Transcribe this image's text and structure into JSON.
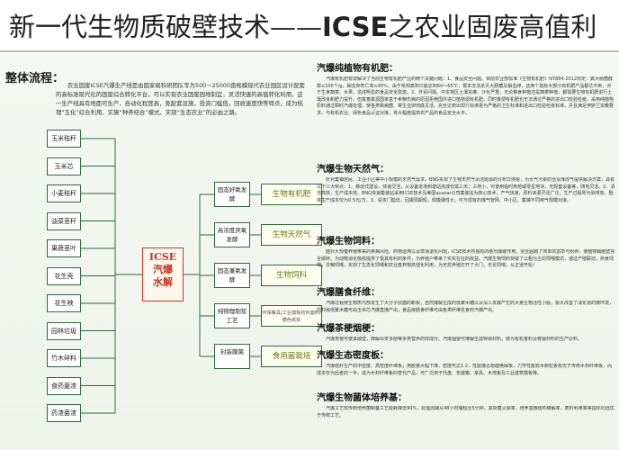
{
  "title": {
    "prefix": "新一代生物质破壁技术——",
    "brand": "ICSE",
    "suffix": "之农业固废高值利"
  },
  "left": {
    "heading": "整体流程：",
    "intro": "农业固废ICSE汽爆生产线是由国家级科研团队专为500～25000亩规模现代农业园区设计配套的高标准现代化的固废综合转化平台，可以实现农业固废园地制宜，灵活快速的高值转化利用。这一生产线具有地面可生产，自动化程度高，免配套设施，投资门槛低，回收速度快等特点，成为梳理“五化”综合利用、实施“种养结合”模式、实现“生态农业”的必由之路。",
    "sources": [
      "玉米秸秆",
      "玉米芯",
      "小麦秸秆",
      "油菜茎秆",
      "果蔬茎叶",
      "花生壳",
      "花生秧",
      "园林垃圾",
      "竹木碎料",
      "食药菌渣",
      "药渣菌渣"
    ],
    "core": [
      "ICSE",
      "汽爆",
      "水解"
    ],
    "mids": [
      "固态好氧发酵",
      "高浓度厌氧发酵",
      "固态兼氧发酵",
      "纯物理制浆工艺",
      "封装膜菌"
    ],
    "outs": [
      "生物有机肥",
      "生物天然气",
      "生物饲料",
      "环保餐具/工业模板纺织面料/膳色纸浆",
      "食用菌栽培"
    ]
  },
  "right": {
    "sections": [
      {
        "title": "汽爆纯植物有机肥：",
        "text": "汽爆有机肥有效解决了当前生物有机肥产业的两个关键问题：1、食品安全问题。目前农业部标准《生物有机肥》NY884-2012规定：粪大肠菌群数≤100个/g，蛔虫卵死亡率≥95%，由于常规腐熟只能达到60～65℃，根本无法杀灭大肠菌及蛔虫卵，这两个指标大部分有机肥产品都达不到，对于生食蔬菜、水果，造成明显的食品安全隐患。2、外贸问题。中东地区土壤贫瘠，沙化严重，无论粮食种植还是蔬菜种植，都需要生物有机肥进行土壤改良和肥力提升。但禽畜粪源国家基于卖粮伤病的原因拒绝国外进口植物源有机肥。同时粪便有机肥也无法通过严格的进出口检验检疫。采用纯植物原料通过瞬时汽爆处理，使各类致病菌、寄生虫卵彻底灭活，完全达到出现行标准更为严格的卫生标准和进出口检验检疫标准，并且满足伊斯兰宗教要求，与有机农业、绿色食品认证对接，将大幅度提高农产品的食品安全水平。"
      },
      {
        "title": "汽爆生物天然气：",
        "text": "针对集镇居民、工业小区等中小规模的天然气需求，BNG实现了生物天然气清洁能源的分布式供给，为大气污染防治及煤改气提供解决方案，具有以下三大特点：1、移动式建设，快速灵活，从设备进场到建站完成仅需三天；占地小，可使用临时用地或零星地块，无配套设备等，随地灵活。2、清洁高效，生产成本低。BNG快速集装站采用ICSE技术及美国quasar公司集装站为核心技术，产气快速，原料来源灵活广泛，生产过程零污染排放，整体生产成本仅为0.5元/方。3、投资门槛低，回报周期短，规模弹性大，可与现有的煤气管网、中小区、集镇不同用气规模对接。"
      },
      {
        "title": "汽爆生物饲料：",
        "text": "面对大规模养殖带来的疾病风险、药物滥用以及草场退化问题，ICSE技术所独有的剧烈爆破作用，完全超越了简单的割草与粉碎，使植物细胞壁完全破碎，为动物消化吸收提供了极其有利的条件，为养殖户带来了实实在在的收益。汽爆生物饲料突破了以粗为主的饲喂模式，通过产殖联动，熟食饲喂，非粮饲喂，实现了生态化饲喂和农业废弃物高值化利用，为无抗养殖打开了大门，无论饲喂，从正道开始！"
      },
      {
        "title": "汽爆膳食纤维：",
        "text": "汽爆过程使生物质内部发生了大分子层面的断裂，自然降解生成的低聚木糖以及深入发酵产生的大量生物活性小肽，极大改善了消化道的微环境，饲料级低聚木糖可由玉米芯汽爆直接产出，食品级膳食纤维可由各类纤维性食材汽爆产出。"
      },
      {
        "title": "汽爆茶梗烟梗：",
        "text": "汽爆茶梗可使其破壁，降解出茶多酚等多类营养药效成分。汽爆烟梗可降解生成特殊材料，做为有机香料及卷烟材料的生产原料。"
      },
      {
        "title": "汽爆生态密度板：",
        "text": "汽爆秸秆生产的中密度、高密度纤维板，用胶量大幅下降，密度可达1.2，性能接近酚醛绝缘板，力学性能较木颗粒板有优于传统木材纤维板，而成本仅为后者的一半，成为木材纤维板的替代产品，可广泛用于托盘、包装箱、家具、木地板及工业建筑模板等。"
      },
      {
        "title": "汽爆生物菌体培养基：",
        "text": "汽爆工艺较传统培养菌制备工艺能耗降低90%，处理周期从48小时缩短至5分钟，其杂菌灭除率、培养基微结构降解率、质料利用率等指标均远优于传统工艺。"
      }
    ]
  }
}
